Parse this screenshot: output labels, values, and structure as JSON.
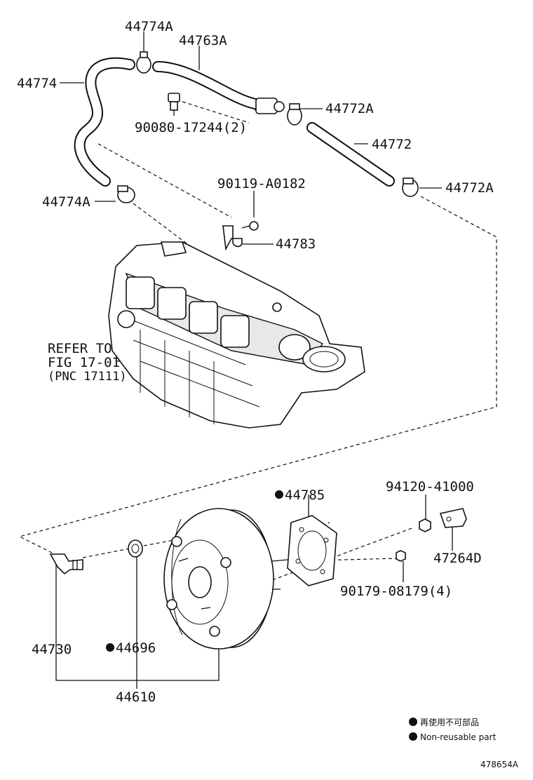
{
  "labels": {
    "p44774A_top": "44774A",
    "p44763A": "44763A",
    "p44774": "44774",
    "p44772A_top": "44772A",
    "p90080": "90080-17244(2)",
    "p44772": "44772",
    "p44772A_right": "44772A",
    "p90119": "90119-A0182",
    "p44774A_left": "44774A",
    "p44783": "44783",
    "refer_line1": "REFER TO",
    "refer_line2": "FIG 17-01",
    "refer_line3": "(PNC 17111)",
    "p44785": "44785",
    "p94120": "94120-41000",
    "p47264D": "47264D",
    "p90179": "90179-08179(4)",
    "p44730": "44730",
    "p44696": "44696",
    "p44610": "44610"
  },
  "legend": {
    "line_jp": "再使用不可部品",
    "line_en": "Non-reusable part"
  },
  "figure_id": "478654A"
}
